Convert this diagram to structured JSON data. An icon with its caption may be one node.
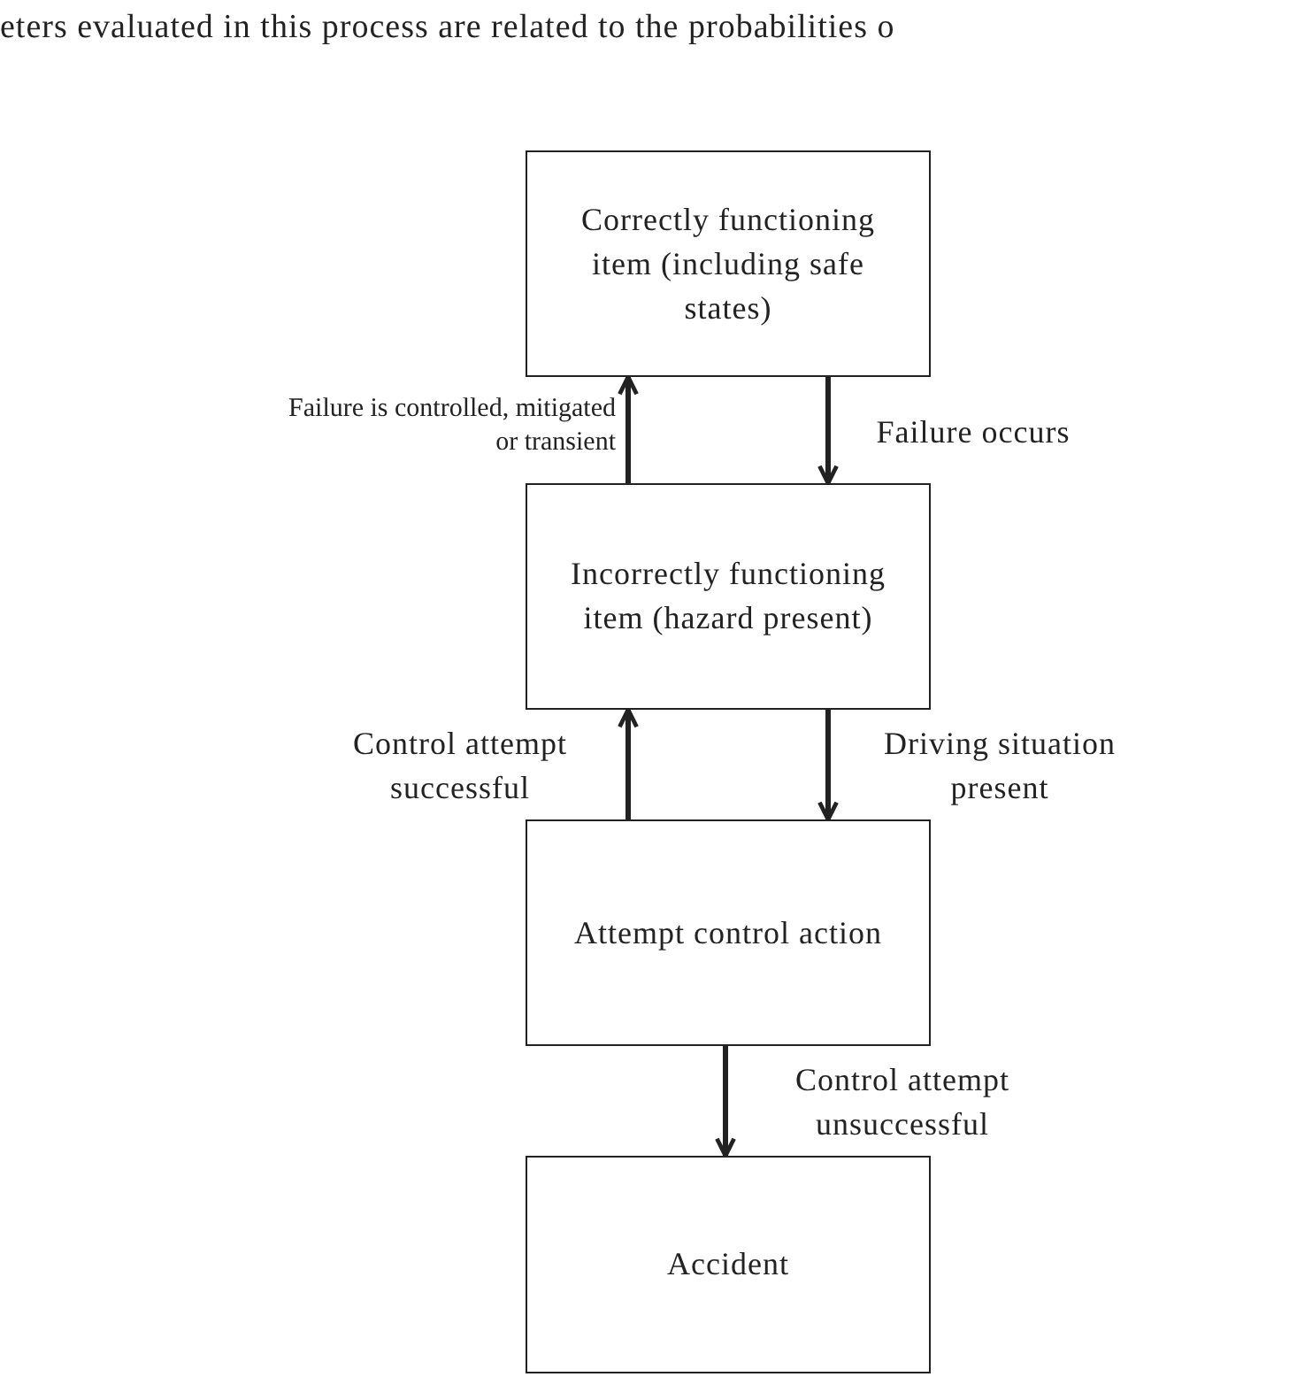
{
  "diagram": {
    "nodes": [
      {
        "text": [
          "Correctly functioning item (including safe states)"
        ]
      },
      {
        "text": [
          "Incorrectly functioning item (hazard present)"
        ]
      },
      {
        "text": [
          "Attempt control action"
        ]
      },
      {
        "text": [
          "Accident"
        ]
      }
    ],
    "edges": [
      {
        "from": 1,
        "to": 0,
        "arrow": "to",
        "label": "Failure is controlled, mitigated or transient"
      },
      {
        "from": 0,
        "to": 1,
        "arrow": "to",
        "label": "Failure occurs"
      },
      {
        "from": 2,
        "to": 1,
        "arrow": "to",
        "label": "Control attempt successful"
      },
      {
        "from": 1,
        "to": 2,
        "arrow": "to",
        "label": "Driving situation present"
      },
      {
        "from": 2,
        "to": 3,
        "arrow": "to",
        "label": "Control attempt unsuccessful"
      }
    ],
    "labels": [
      "eters evaluated in this process are related to the probabilities o"
    ]
  }
}
